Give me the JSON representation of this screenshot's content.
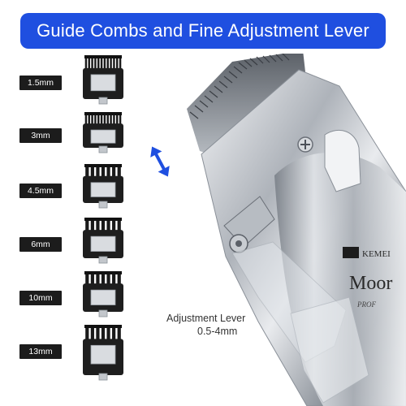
{
  "banner": {
    "title": "Guide Combs and Fine Adjustment Lever",
    "color": "#1f4fe0"
  },
  "combs": [
    {
      "size": "1.5mm",
      "teeth": 12
    },
    {
      "size": "3mm",
      "teeth": 12
    },
    {
      "size": "4.5mm",
      "teeth": 7
    },
    {
      "size": "6mm",
      "teeth": 7
    },
    {
      "size": "10mm",
      "teeth": 7
    },
    {
      "size": "13mm",
      "teeth": 7
    }
  ],
  "lever": {
    "title": "Adjustment Lever",
    "range": "0.5-4mm"
  },
  "brand": {
    "logo_text": "KEMEI",
    "model_text": "Moor",
    "sub_text": "PROF"
  },
  "colors": {
    "accent_arrow": "#1f4fe0",
    "label_bg": "#1c1c1c",
    "chrome": "#c8ccd2"
  }
}
